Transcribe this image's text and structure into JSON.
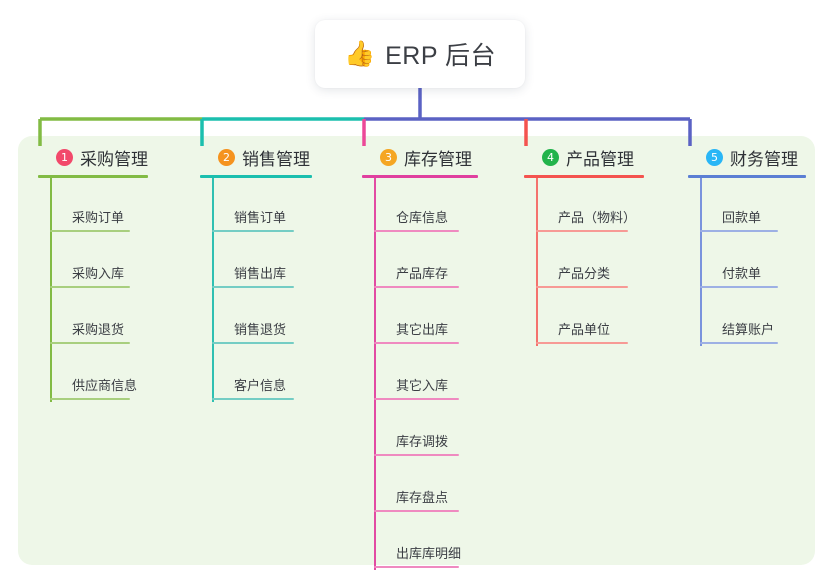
{
  "root": {
    "icon": "thumbs-up-emoji",
    "emoji": "👍",
    "title": "ERP 后台"
  },
  "colors": {
    "panel_bg": "#eef7e8",
    "page_bg": "#ffffff",
    "root_text": "#3c3f45",
    "branch_text": "#2f3237",
    "leaf_text": "#3b3e44",
    "trunk": "#5b62c4",
    "bus_green": "#82bb44",
    "bus_teal": "#1bbfae",
    "bus_indigo": "#5b62c4"
  },
  "branches": [
    {
      "number": "1",
      "label": "采购管理",
      "badge_color": "#f2496b",
      "rule_color": "#82bb44",
      "line_color": "#82bb44",
      "leaf_rule_color": "#a8cf7e",
      "drop_color": "#82bb44",
      "leaves": [
        {
          "label": "采购订单"
        },
        {
          "label": "采购入库"
        },
        {
          "label": "采购退货"
        },
        {
          "label": "供应商信息"
        }
      ]
    },
    {
      "number": "2",
      "label": "销售管理",
      "badge_color": "#f5931e",
      "rule_color": "#1bbfae",
      "line_color": "#2fc0b2",
      "leaf_rule_color": "#74cdc4",
      "drop_color": "#1bbfae",
      "leaves": [
        {
          "label": "销售订单"
        },
        {
          "label": "销售出库"
        },
        {
          "label": "销售退货"
        },
        {
          "label": "客户信息"
        }
      ]
    },
    {
      "number": "3",
      "label": "库存管理",
      "badge_color": "#f5a623",
      "rule_color": "#e0409f",
      "line_color": "#e24ba3",
      "leaf_rule_color": "#ef8ac0",
      "drop_color": "#ec4898",
      "leaves": [
        {
          "label": "仓库信息"
        },
        {
          "label": "产品库存"
        },
        {
          "label": "其它出库"
        },
        {
          "label": "其它入库"
        },
        {
          "label": "库存调拨"
        },
        {
          "label": "库存盘点"
        },
        {
          "label": "出库库明细"
        }
      ]
    },
    {
      "number": "4",
      "label": "产品管理",
      "badge_color": "#22b34b",
      "rule_color": "#f4534f",
      "line_color": "#f4726d",
      "leaf_rule_color": "#f79a95",
      "drop_color": "#f4534f",
      "leaves": [
        {
          "label": "产品（物料）"
        },
        {
          "label": "产品分类"
        },
        {
          "label": "产品单位"
        }
      ]
    },
    {
      "number": "5",
      "label": "财务管理",
      "badge_color": "#29b6f6",
      "rule_color": "#5b7fd4",
      "line_color": "#7a93dd",
      "leaf_rule_color": "#9db0e4",
      "drop_color": "#5b62c4",
      "leaves": [
        {
          "label": "回款单"
        },
        {
          "label": "付款单"
        },
        {
          "label": "结算账户"
        }
      ]
    }
  ]
}
